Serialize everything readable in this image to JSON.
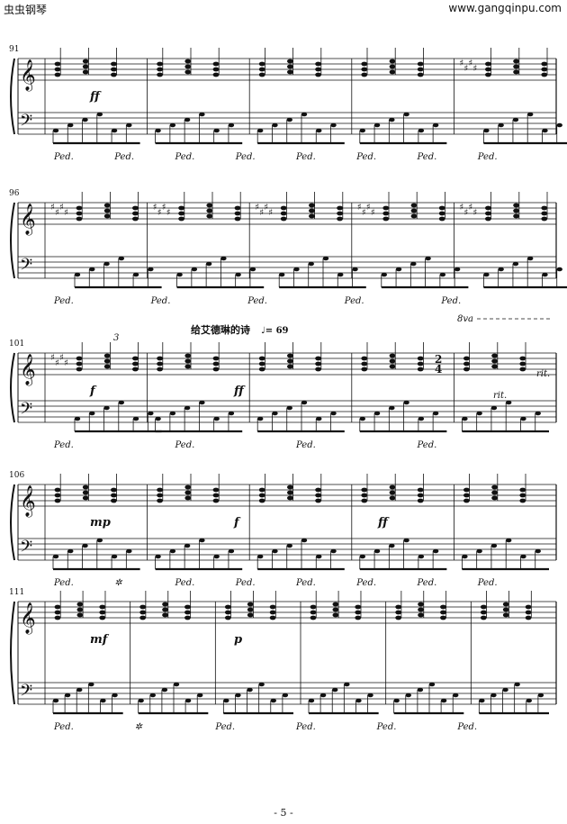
{
  "header": {
    "site_name": "虫虫钢琴",
    "site_url": "www.gangqinpu.com"
  },
  "systems": [
    {
      "start_measure": "91",
      "measure_count": 5,
      "key_changes": [
        0,
        0,
        0,
        0,
        4
      ],
      "pedal": [
        "Ped.",
        "Ped.",
        "Ped.",
        "Ped.",
        "Ped.",
        "Ped.",
        "Ped.",
        "Ped."
      ],
      "dynamics": [
        "ff"
      ]
    },
    {
      "start_measure": "96",
      "measure_count": 5,
      "key_changes": [
        4,
        4,
        4,
        4,
        4
      ],
      "pedal": [
        "Ped.",
        "Ped.",
        "Ped.",
        "Ped.",
        "Ped."
      ],
      "dynamics": []
    },
    {
      "start_measure": "101",
      "measure_count": 5,
      "key_changes": [
        4,
        0,
        0,
        0,
        0
      ],
      "pedal": [
        "Ped.",
        "Ped.",
        "Ped.",
        "Ped."
      ],
      "dynamics": [
        "f",
        "ff"
      ]
    },
    {
      "start_measure": "106",
      "measure_count": 5,
      "key_changes": [
        0,
        0,
        0,
        0,
        0
      ],
      "pedal": [
        "Ped.",
        "✲",
        "Ped.",
        "Ped.",
        "Ped.",
        "Ped.",
        "Ped.",
        "Ped."
      ],
      "dynamics": [
        "mp",
        "f",
        "ff"
      ]
    },
    {
      "start_measure": "111",
      "measure_count": 6,
      "key_changes": [
        0,
        0,
        0,
        0,
        0,
        0
      ],
      "pedal": [
        "Ped.",
        "✲",
        "Ped.",
        "Ped.",
        "Ped.",
        "Ped."
      ],
      "dynamics": [
        "mf",
        "p"
      ]
    }
  ],
  "annotations": {
    "section_title": "给艾德琳的诗",
    "tempo": "♩= 69",
    "ottava": "8va",
    "ritardando_1": "rit.",
    "ritardando_2": "rit.",
    "time_signature_top": "2",
    "time_signature_bottom": "4",
    "tuplet": "3"
  },
  "footer": {
    "page_number": "- 5 -"
  }
}
